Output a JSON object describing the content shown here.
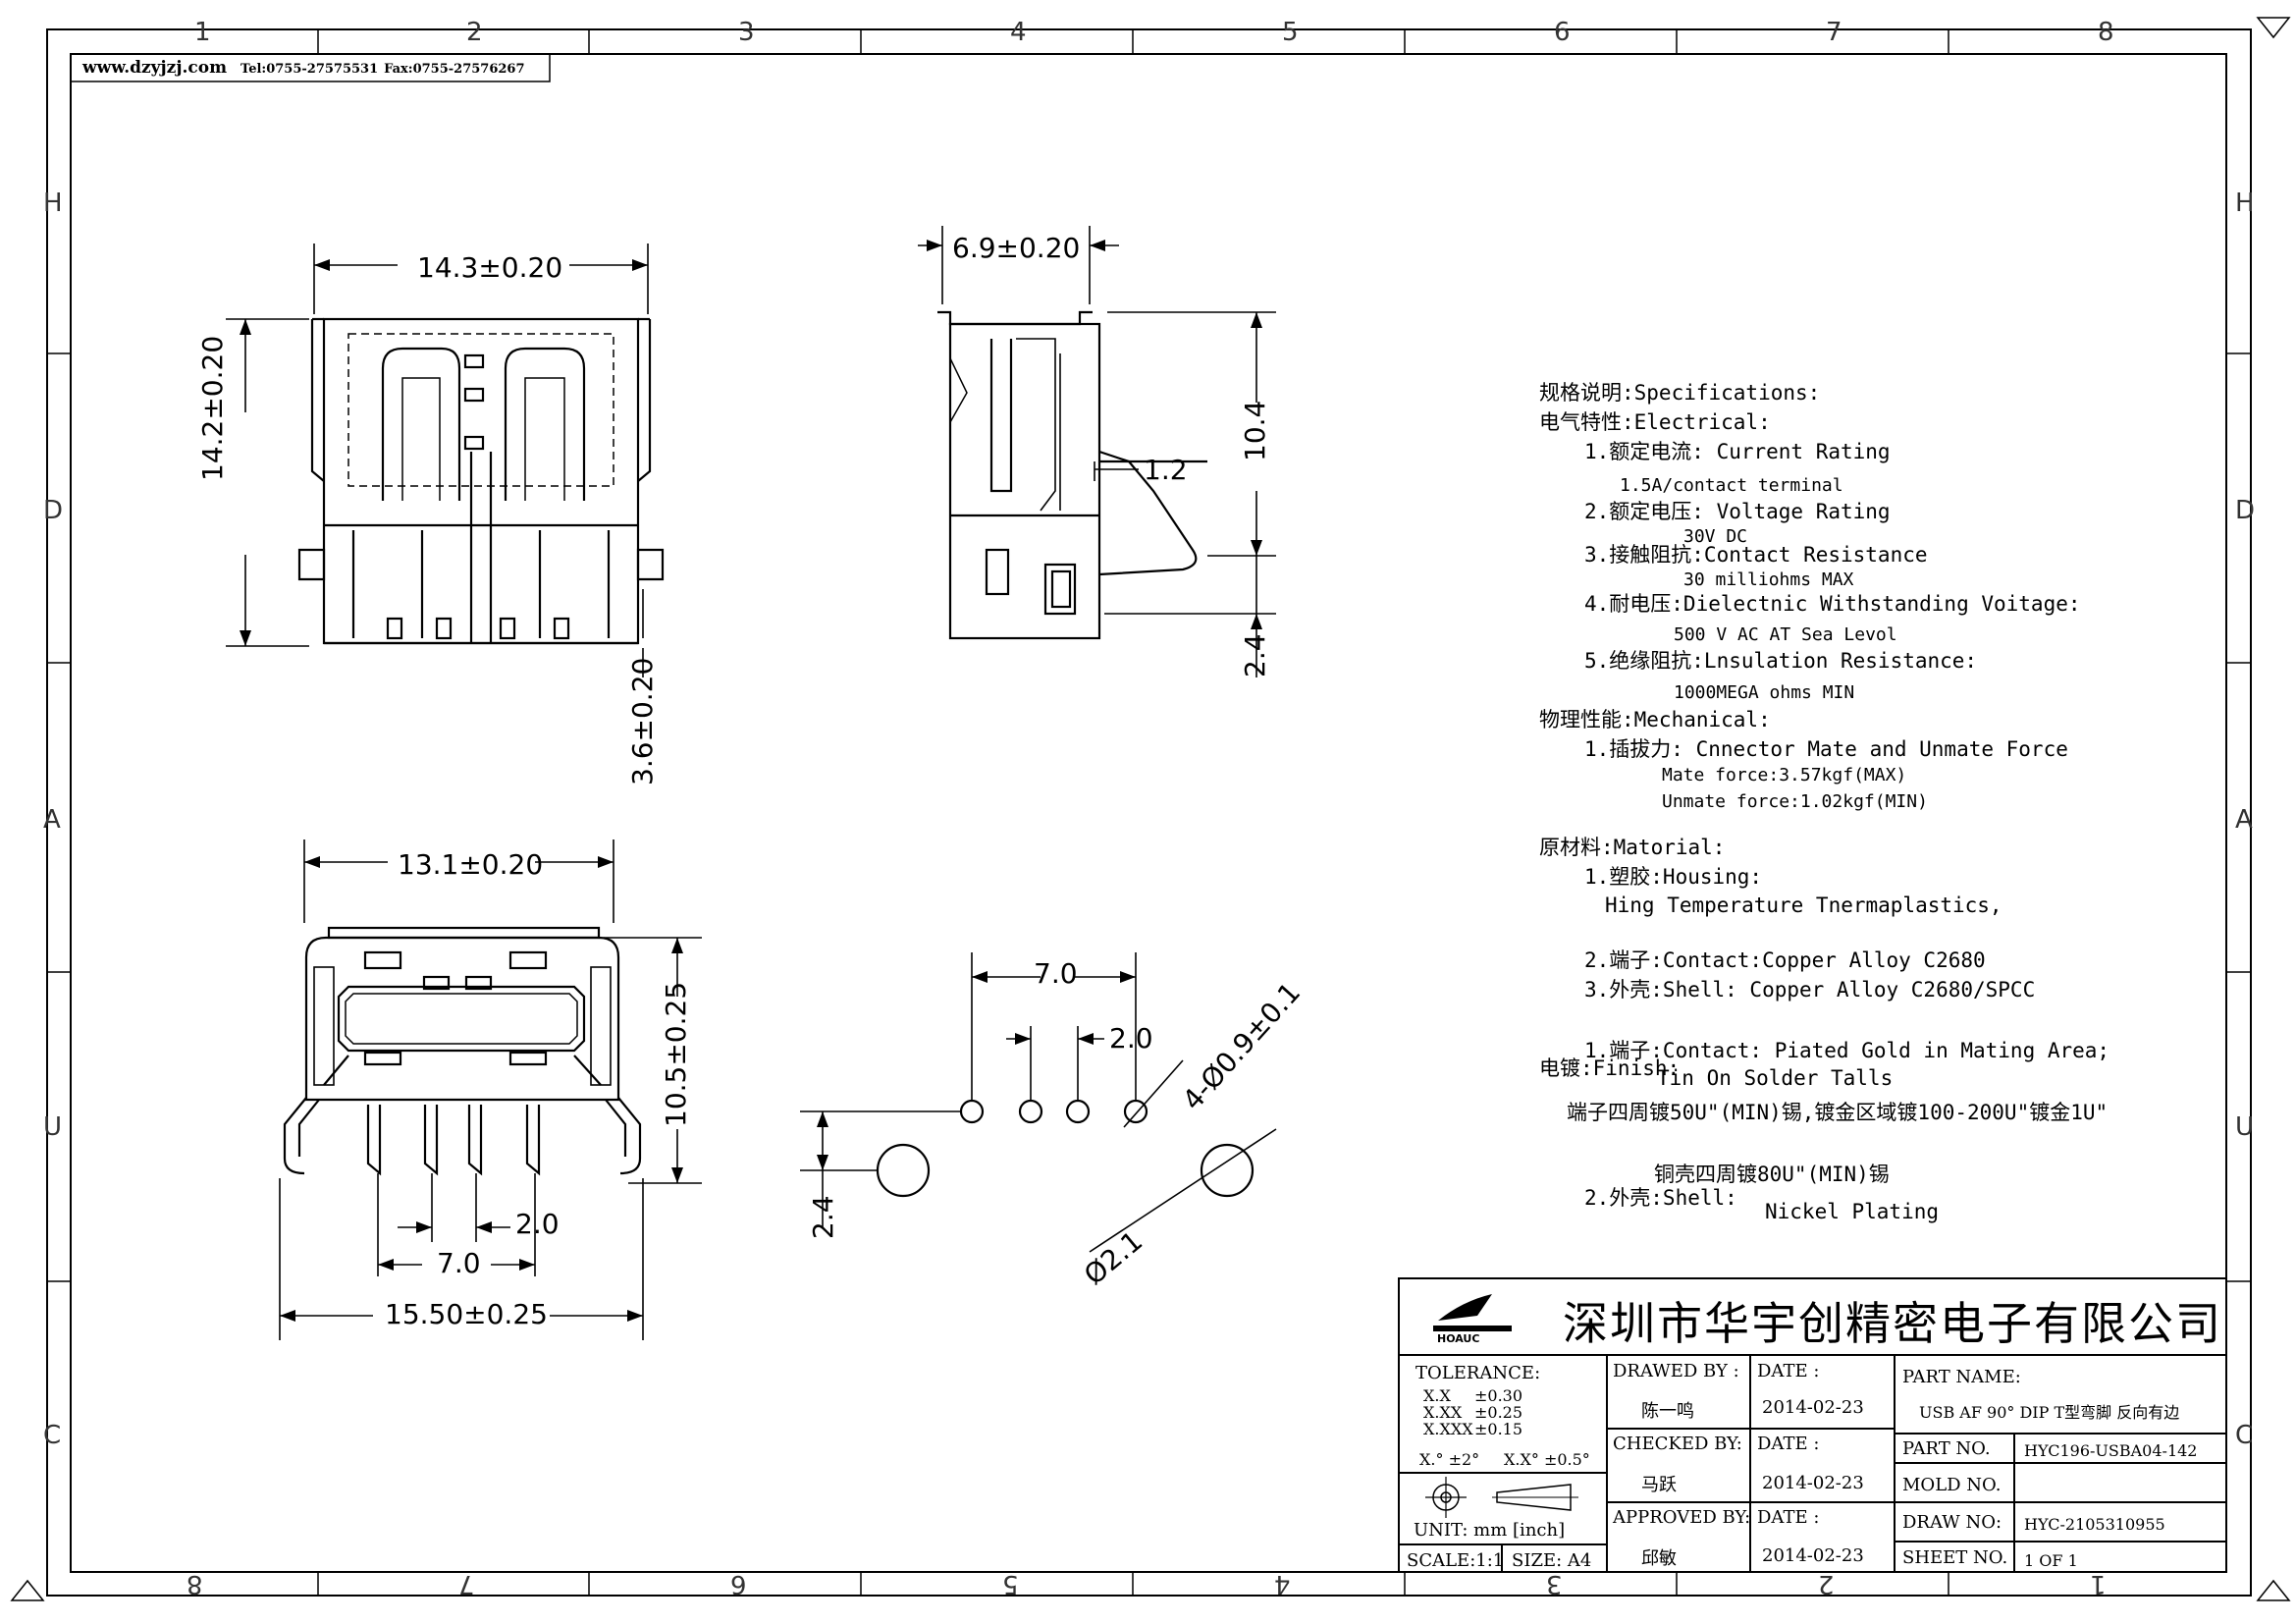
{
  "header": {
    "website": "www.dzyjzj.com",
    "phone": "Tel:0755-27575531",
    "fax": "Fax:0755-27576267"
  },
  "zones": {
    "top": [
      "1",
      "2",
      "3",
      "4",
      "5",
      "6",
      "7",
      "8"
    ],
    "bottom": [
      "8",
      "7",
      "6",
      "5",
      "4",
      "3",
      "2",
      "1"
    ],
    "side": [
      "H",
      "D",
      "A",
      "U",
      "C"
    ]
  },
  "dimensions": {
    "top_width": "14.3±0.20",
    "left_height": "14.2±0.20",
    "pin_length": "3.6±0.20",
    "side_width": "6.9±0.20",
    "side_height": "10.4",
    "side_tab": "1.2",
    "side_bottom": "2.4",
    "front_width": "13.1±0.20",
    "front_height": "10.5±0.25",
    "front_pitch": "2.0",
    "front_span": "7.0",
    "front_overall": "15.50±0.25",
    "pcb_span": "7.0",
    "pcb_pitch": "2.0",
    "pcb_hole": "4-Ø0.9±0.1",
    "pcb_offset": "2.4",
    "pcb_post": "Ø2.1"
  },
  "specs": {
    "title": "规格说明:Specifications:",
    "electrical": "电气特性:Electrical:",
    "e1": "1.额定电流: Current Rating",
    "e1v": "1.5A/contact terminal",
    "e2": "2.额定电压: Voltage Rating",
    "e2v": "30V DC",
    "e3": "3.接触阻抗:Contact Resistance",
    "e3v": "30 milliohms MAX",
    "e4": "4.耐电压:Dielectnic Withstanding Voitage:",
    "e4v": "500 V AC AT Sea Levol",
    "e5": "5.绝缘阻抗:Lnsulation Resistance:",
    "e5v": "1000MEGA ohms MIN",
    "mechanical": "物理性能:Mechanical:",
    "m1": "1.插拔力: Cnnector Mate and Unmate Force",
    "m1a": "Mate force:3.57kgf(MAX)",
    "m1b": "Unmate force:1.02kgf(MIN)",
    "material": "原材料:Matorial:",
    "r1": "1.塑胶:Housing:",
    "r1v": "Hing Temperature  Tnermaplastics,",
    "r2": "2.端子:Contact:Copper Alloy C2680",
    "r3": "3.外壳:Shell: Copper Alloy C2680/SPCC",
    "finish": "电镀:Finish:",
    "f1": "1.端子:Contact: Piated Gold in Mating Area;",
    "f1b": "Tin On Solder Talls",
    "f1c": "端子四周镀50U\"(MIN)锡,镀金区域镀100-200U\"镀金1U\"",
    "f2v": "铜壳四周镀80U\"(MIN)锡",
    "f2": "2.外壳:Shell:",
    "f2s": "Nickel Plating"
  },
  "title_block": {
    "company": "深圳市华宇创精密电子有限公司",
    "logo_text": "HOAUC",
    "tolerance_label": "TOLERANCE:",
    "tol_x": "X.X",
    "tol_x_v": "±0.30",
    "tol_xx": "X.XX",
    "tol_xx_v": "±0.25",
    "tol_xxx": "X.XXX",
    "tol_xxx_v": "±0.15",
    "tol_ang1": "X.° ±2°",
    "tol_ang2": "X.X° ±0.5°",
    "unit": "UNIT: mm [inch]",
    "scale": "SCALE:1:1",
    "size": "SIZE: A4",
    "drawn_by_label": "DRAWED BY :",
    "drawn_by": "陈一鸣",
    "checked_by_label": "CHECKED BY:",
    "checked_by": "马跃",
    "approved_by_label": "APPROVED BY:",
    "approved_by": "邱敏",
    "date_label": "DATE :",
    "date1": "2014-02-23",
    "date2": "2014-02-23",
    "date3": "2014-02-23",
    "part_name_label": "PART NAME:",
    "part_name": "USB AF 90° DIP T型弯脚 反向有边",
    "part_no_label": "PART NO.",
    "part_no": "HYC196-USBA04-142",
    "mold_no_label": "MOLD NO.",
    "mold_no": "",
    "draw_no_label": "DRAW NO:",
    "draw_no": "HYC-2105310955",
    "sheet_no_label": "SHEET NO.",
    "sheet_no": "1 OF 1"
  }
}
